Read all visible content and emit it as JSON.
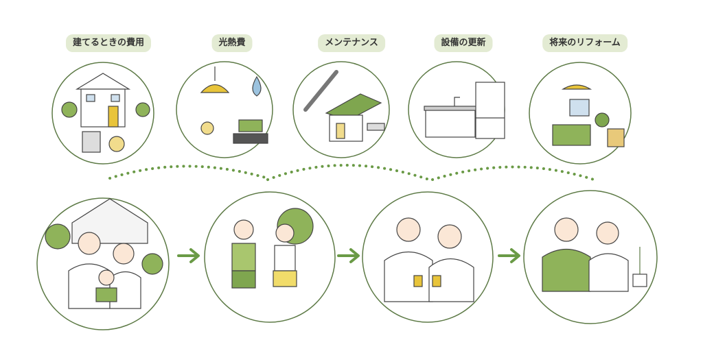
{
  "cost_items": [
    {
      "label": "建てるときの費用",
      "icon": "house-calculator-icon"
    },
    {
      "label": "光熱費",
      "icon": "lamp-water-stove-icon"
    },
    {
      "label": "メンテナンス",
      "icon": "wrench-house-icon"
    },
    {
      "label": "設備の更新",
      "icon": "kitchen-fridge-icon"
    },
    {
      "label": "将来のリフォーム",
      "icon": "living-room-icon"
    }
  ],
  "life_stages": [
    {
      "icon": "young-family-icon"
    },
    {
      "icon": "school-children-icon"
    },
    {
      "icon": "adult-couple-icon"
    },
    {
      "icon": "elderly-couple-icon"
    }
  ],
  "colors": {
    "accent": "#6a9a46",
    "label_bg": "#e3ebd3",
    "outline": "#5d7a46",
    "fill": "#8fb35a"
  }
}
